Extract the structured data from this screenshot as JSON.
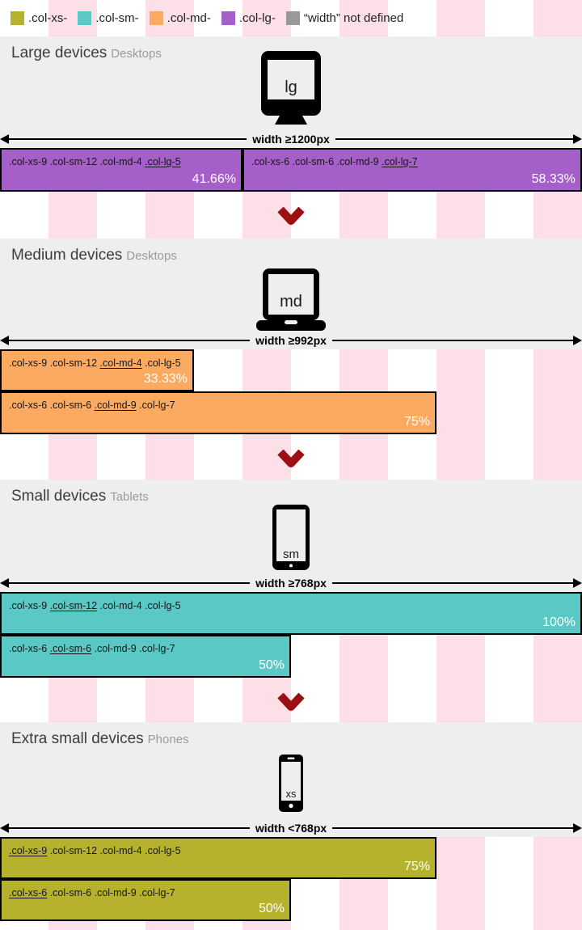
{
  "legend": {
    "items": [
      {
        "label": ".col-xs-",
        "color": "#b6b22e"
      },
      {
        "label": ".col-sm-",
        "color": "#5ac8c4"
      },
      {
        "label": ".col-md-",
        "color": "#fcaa61"
      },
      {
        "label": ".col-lg-",
        "color": "#a55fc8"
      },
      {
        "label": "“width” not defined",
        "color": "#999999"
      }
    ]
  },
  "separator": {
    "icon": "chevron-down",
    "color": "#9c0f13"
  },
  "stripe_color": "#fde0e7",
  "sections": [
    {
      "id": "lg",
      "title": "Large devices",
      "subtitle": "Desktops",
      "device_icon": "desktop-icon",
      "device_label": "lg",
      "width_label": "width ≥1200px",
      "color": "#a55fc8",
      "bars": [
        {
          "classes_pre": ".col-xs-9 .col-sm-12 .col-md-4 ",
          "classes_underlined": ".col-lg-5",
          "classes_post": "",
          "percent": "41.66%"
        },
        {
          "classes_pre": ".col-xs-6 .col-sm-6 .col-md-9 ",
          "classes_underlined": ".col-lg-7",
          "classes_post": "",
          "percent": "58.33%"
        }
      ]
    },
    {
      "id": "md",
      "title": "Medium devices",
      "subtitle": "Desktops",
      "device_icon": "laptop-icon",
      "device_label": "md",
      "width_label": "width ≥992px",
      "color": "#fcaa61",
      "bars": [
        {
          "classes_pre": ".col-xs-9 .col-sm-12 ",
          "classes_underlined": ".col-md-4",
          "classes_post": " .col-lg-5",
          "percent": "33.33%"
        },
        {
          "classes_pre": ".col-xs-6 .col-sm-6 ",
          "classes_underlined": ".col-md-9",
          "classes_post": " .col-lg-7",
          "percent": "75%"
        }
      ]
    },
    {
      "id": "sm",
      "title": "Small devices",
      "subtitle": "Tablets",
      "device_icon": "tablet-icon",
      "device_label": "sm",
      "width_label": "width ≥768px",
      "color": "#5ac8c4",
      "bars": [
        {
          "classes_pre": ".col-xs-9 ",
          "classes_underlined": ".col-sm-12",
          "classes_post": " .col-md-4 .col-lg-5",
          "percent": "100%"
        },
        {
          "classes_pre": ".col-xs-6 ",
          "classes_underlined": ".col-sm-6",
          "classes_post": " .col-md-9 .col-lg-7",
          "percent": "50%"
        }
      ]
    },
    {
      "id": "xs",
      "title": "Extra small devices",
      "subtitle": "Phones",
      "device_icon": "phone-icon",
      "device_label": "xs",
      "width_label": "width <768px",
      "color": "#b6b22e",
      "bars": [
        {
          "classes_pre": "",
          "classes_underlined": ".col-xs-9",
          "classes_post": " .col-sm-12 .col-md-4 .col-lg-5",
          "percent": "75%"
        },
        {
          "classes_pre": "",
          "classes_underlined": ".col-xs-6",
          "classes_post": " .col-sm-6 .col-md-9 .col-lg-7",
          "percent": "50%"
        }
      ]
    }
  ]
}
